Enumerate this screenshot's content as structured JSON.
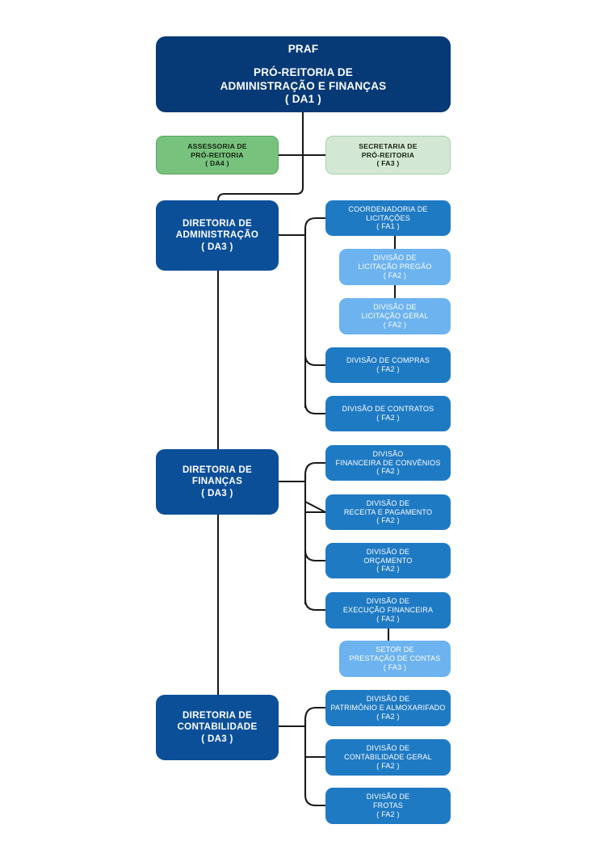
{
  "chart_title": "PRAF - Pró-Reitoria de Administração e Finanças",
  "colors": {
    "root_navy": "#063a76",
    "diretoria_navy": "#0a4f98",
    "divisao_blue": "#1f7ac4",
    "sub_light_blue": "#6cb3f0",
    "assessoria_green": "#77c27d",
    "secretaria_green": "#d3e8d4",
    "connector_line": "#1a1a1a"
  },
  "root": {
    "acronym": "PRAF",
    "line1": "PRÓ-REITORIA DE",
    "line2": "ADMINISTRAÇÃO E FINANÇAS",
    "code": "( DA1 )"
  },
  "staff": {
    "assessoria": {
      "line1": "ASSESSORIA DE",
      "line2": "PRÓ-REITORIA",
      "code": "( DA4 )"
    },
    "secretaria": {
      "line1": "SECRETARIA DE",
      "line2": "PRÓ-REITORIA",
      "code": "( FA3 )"
    }
  },
  "directorates": [
    {
      "line1": "DIRETORIA DE",
      "line2": "ADMINISTRAÇÃO",
      "code": "( DA3 )",
      "children": [
        {
          "line1": "COORDENADORIA DE",
          "line2": "LICITAÇÕES",
          "code": "( FA1 )",
          "level": "coordenadoria",
          "subunits": [
            {
              "line1": "DIVISÃO DE",
              "line2": "LICITAÇÃO PREGÃO",
              "code": "( FA2 )"
            },
            {
              "line1": "DIVISÃO DE",
              "line2": "LICITAÇÃO GERAL",
              "code": "( FA2 )"
            }
          ]
        },
        {
          "line1": "DIVISÃO DE COMPRAS",
          "line2": "",
          "code": "( FA2 )",
          "level": "divisao",
          "subunits": []
        },
        {
          "line1": "DIVISÃO DE CONTRATOS",
          "line2": "",
          "code": "( FA2 )",
          "level": "divisao",
          "subunits": []
        }
      ]
    },
    {
      "line1": "DIRETORIA DE",
      "line2": "FINANÇAS",
      "code": "( DA3 )",
      "children": [
        {
          "line1": "DIVISÃO",
          "line2": "FINANCEIRA DE CONVÊNIOS",
          "code": "( FA2 )",
          "level": "divisao",
          "subunits": []
        },
        {
          "line1": "DIVISÃO DE",
          "line2": "RECEITA E PAGAMENTO",
          "code": "( FA2 )",
          "level": "divisao",
          "subunits": []
        },
        {
          "line1": "DIVISÃO DE",
          "line2": "ORÇAMENTO",
          "code": "( FA2 )",
          "level": "divisao",
          "subunits": []
        },
        {
          "line1": "DIVISÃO DE",
          "line2": "EXECUÇÃO FINANCEIRA",
          "code": "( FA2 )",
          "level": "divisao",
          "subunits": [
            {
              "line1": "SETOR DE",
              "line2": "PRESTAÇÃO DE CONTAS",
              "code": "( FA3 )"
            }
          ]
        }
      ]
    },
    {
      "line1": "DIRETORIA DE",
      "line2": "CONTABILIDADE",
      "code": "( DA3 )",
      "children": [
        {
          "line1": "DIVISÃO DE",
          "line2": "PATRIMÔNIO E ALMOXARIFADO",
          "code": "( FA2 )",
          "level": "divisao",
          "subunits": []
        },
        {
          "line1": "DIVISÃO DE",
          "line2": "CONTABILIDADE GERAL",
          "code": "( FA2 )",
          "level": "divisao",
          "subunits": []
        },
        {
          "line1": "DIVISÃO DE",
          "line2": "FROTAS",
          "code": "( FA2 )",
          "level": "divisao",
          "subunits": []
        }
      ]
    }
  ]
}
